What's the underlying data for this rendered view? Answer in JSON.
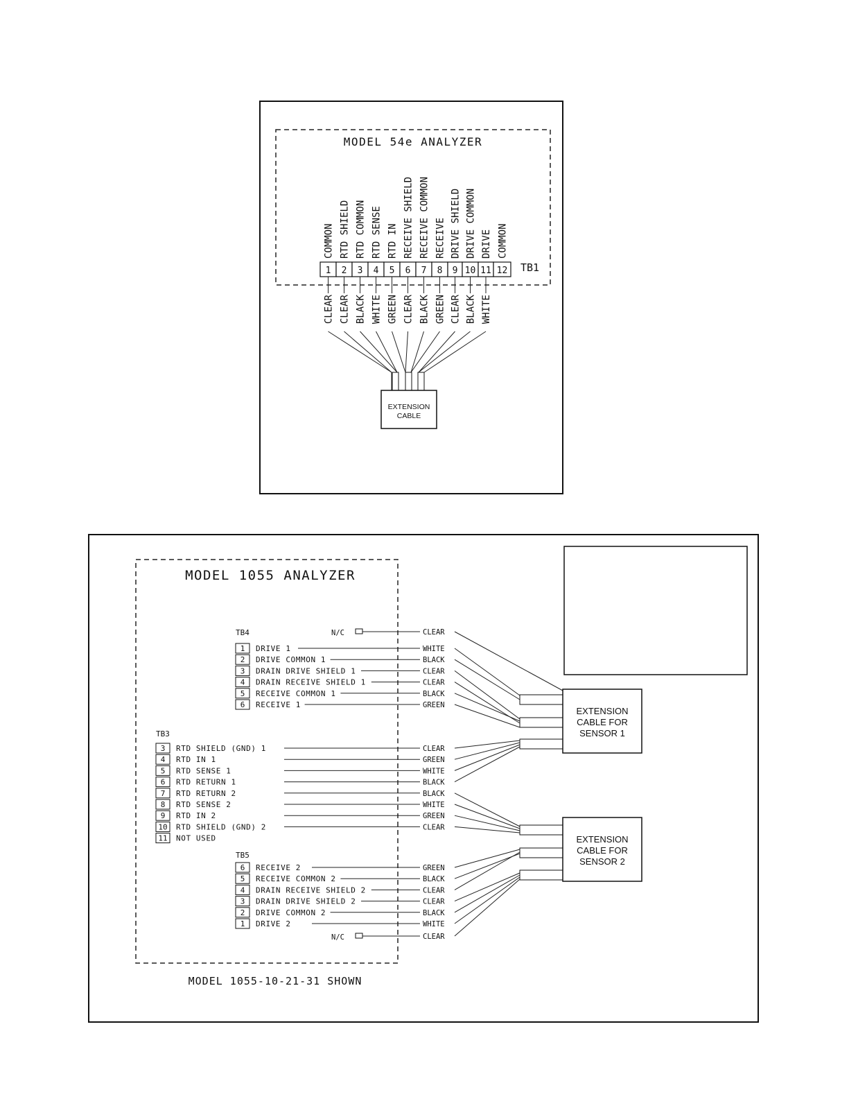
{
  "diagram_top": {
    "title": "MODEL 54e ANALYZER",
    "terminal_block": "TB1",
    "terminals": [
      {
        "num": "1",
        "label": "COMMON",
        "wire": "CLEAR"
      },
      {
        "num": "2",
        "label": "RTD SHIELD",
        "wire": "CLEAR"
      },
      {
        "num": "3",
        "label": "RTD COMMON",
        "wire": "BLACK"
      },
      {
        "num": "4",
        "label": "RTD SENSE",
        "wire": "WHITE"
      },
      {
        "num": "5",
        "label": "RTD IN",
        "wire": "GREEN"
      },
      {
        "num": "6",
        "label": "RECEIVE SHIELD",
        "wire": "CLEAR"
      },
      {
        "num": "7",
        "label": "RECEIVE COMMON",
        "wire": "BLACK"
      },
      {
        "num": "8",
        "label": "RECEIVE",
        "wire": "GREEN"
      },
      {
        "num": "9",
        "label": "DRIVE SHIELD",
        "wire": "CLEAR"
      },
      {
        "num": "10",
        "label": "DRIVE COMMON",
        "wire": "BLACK"
      },
      {
        "num": "11",
        "label": "DRIVE",
        "wire": "WHITE"
      },
      {
        "num": "12",
        "label": "COMMON",
        "wire": ""
      }
    ],
    "cable_label": [
      "EXTENSION",
      "CABLE"
    ]
  },
  "diagram_bottom": {
    "title": "MODEL 1055 ANALYZER",
    "caption": "MODEL 1055-10-21-31 SHOWN",
    "nc_label": "N/C",
    "tb4": {
      "name": "TB4",
      "nc_wire": "CLEAR",
      "rows": [
        {
          "num": "1",
          "label": "DRIVE 1",
          "wire": "WHITE"
        },
        {
          "num": "2",
          "label": "DRIVE COMMON 1",
          "wire": "BLACK"
        },
        {
          "num": "3",
          "label": "DRAIN DRIVE SHIELD 1",
          "wire": "CLEAR"
        },
        {
          "num": "4",
          "label": "DRAIN RECEIVE SHIELD 1",
          "wire": "CLEAR"
        },
        {
          "num": "5",
          "label": "RECEIVE COMMON 1",
          "wire": "BLACK"
        },
        {
          "num": "6",
          "label": "RECEIVE 1",
          "wire": "GREEN"
        }
      ]
    },
    "tb3": {
      "name": "TB3",
      "rows": [
        {
          "num": "3",
          "label": "RTD SHIELD (GND) 1",
          "wire": "CLEAR"
        },
        {
          "num": "4",
          "label": "RTD IN 1",
          "wire": "GREEN"
        },
        {
          "num": "5",
          "label": "RTD SENSE 1",
          "wire": "WHITE"
        },
        {
          "num": "6",
          "label": "RTD RETURN 1",
          "wire": "BLACK"
        },
        {
          "num": "7",
          "label": "RTD RETURN 2",
          "wire": "BLACK"
        },
        {
          "num": "8",
          "label": "RTD SENSE 2",
          "wire": "WHITE"
        },
        {
          "num": "9",
          "label": "RTD IN 2",
          "wire": "GREEN"
        },
        {
          "num": "10",
          "label": "RTD SHIELD (GND) 2",
          "wire": "CLEAR"
        },
        {
          "num": "11",
          "label": "NOT USED",
          "wire": ""
        }
      ]
    },
    "tb5": {
      "name": "TB5",
      "nc_wire": "CLEAR",
      "rows": [
        {
          "num": "6",
          "label": "RECEIVE 2",
          "wire": "GREEN"
        },
        {
          "num": "5",
          "label": "RECEIVE COMMON 2",
          "wire": "BLACK"
        },
        {
          "num": "4",
          "label": "DRAIN RECEIVE SHIELD 2",
          "wire": "CLEAR"
        },
        {
          "num": "3",
          "label": "DRAIN DRIVE SHIELD 2",
          "wire": "CLEAR"
        },
        {
          "num": "2",
          "label": "DRIVE COMMON 2",
          "wire": "BLACK"
        },
        {
          "num": "1",
          "label": "DRIVE 2",
          "wire": "WHITE"
        }
      ]
    },
    "cable1_label": [
      "EXTENSION",
      "CABLE FOR",
      "SENSOR 1"
    ],
    "cable2_label": [
      "EXTENSION",
      "CABLE FOR",
      "SENSOR 2"
    ]
  }
}
